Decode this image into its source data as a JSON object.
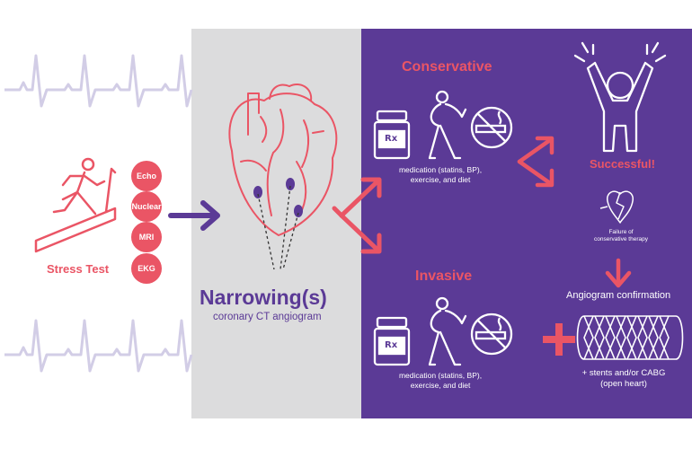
{
  "stress_test": {
    "title": "Stress Test",
    "tests": [
      "Echo",
      "Nuclear",
      "MRI",
      "EKG"
    ]
  },
  "narrowing": {
    "title": "Narrowing(s)",
    "subtitle": "coronary CT angiogram"
  },
  "conservative": {
    "title": "Conservative",
    "rx_label": "Rx",
    "caption_lines": [
      "medication (statins, BP),",
      "exercise, and diet"
    ]
  },
  "successful": {
    "title": "Successful!"
  },
  "failure": {
    "caption_lines": [
      "Failure of",
      "conservative therapy"
    ]
  },
  "angiogram": {
    "title": "Angiogram confirmation"
  },
  "invasive": {
    "title": "Invasive",
    "rx_label": "Rx",
    "caption_lines": [
      "medication (statins, BP),",
      "exercise, and diet"
    ],
    "stents_lines": [
      "+ stents and/or CABG",
      "(open heart)"
    ]
  },
  "colors": {
    "accent_red": "#ea5565",
    "purple": "#5b3a96",
    "gray_panel": "#dcdcdd",
    "ekg_line": "#d2cde6"
  }
}
